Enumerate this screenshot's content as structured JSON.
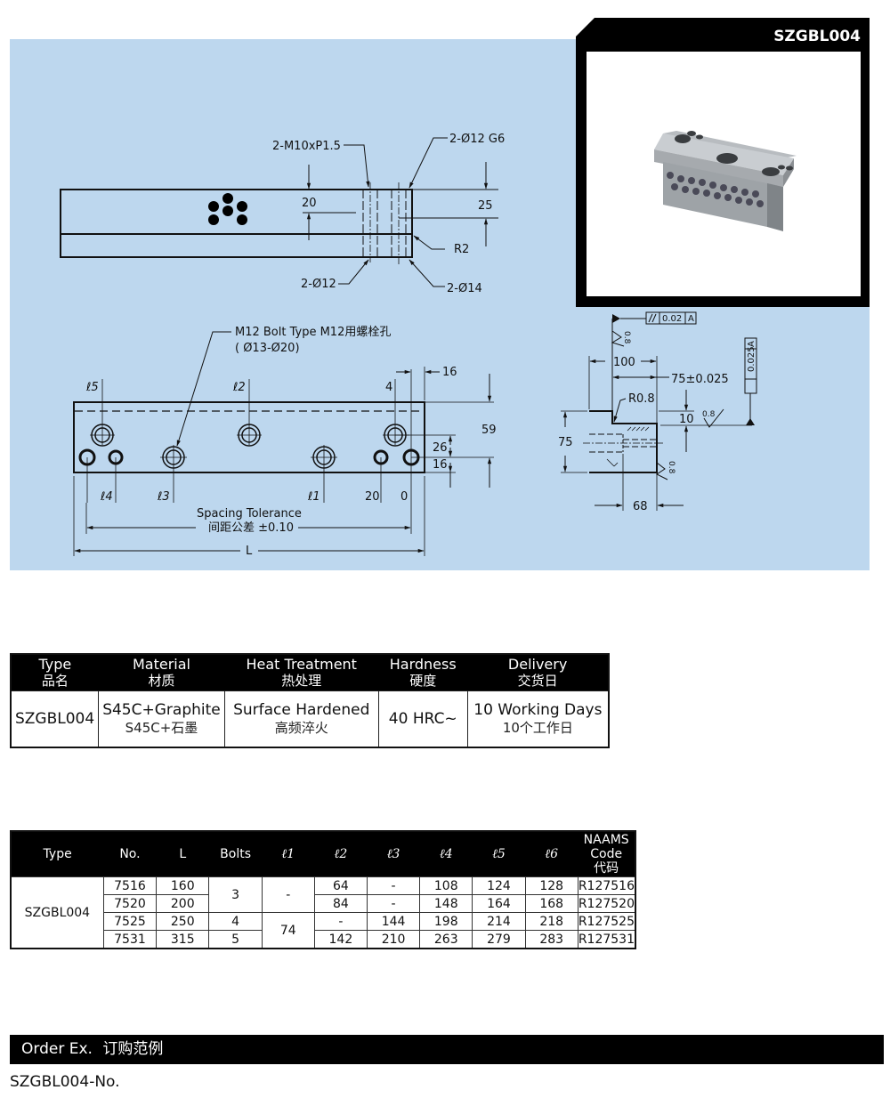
{
  "product_code": "SZGBL004",
  "colors": {
    "panel": "#bdd7ee",
    "header": "#000000",
    "line": "#111111"
  },
  "photo": {
    "label": "SZGBL004",
    "alt": "graphite wear plate product photo"
  },
  "top_view": {
    "callouts": {
      "thread": "2-M10xP1.5",
      "pin_hole": "2-Ø12 G6",
      "radius": "R2",
      "hole12": "2-Ø12",
      "hole14": "2-Ø14",
      "dim_20": "20",
      "dim_25": "25"
    }
  },
  "front_view": {
    "bolt_note_line1": "M12 Bolt Type M12用螺栓孔",
    "bolt_note_line2": "( Ø13-Ø20)",
    "dim_16_top": "16",
    "dim_59": "59",
    "dim_26": "26",
    "dim_16_side": "16",
    "label_l5": "ℓ5",
    "label_l2": "ℓ2",
    "label_4": "4",
    "label_l4": "ℓ4",
    "label_l3": "ℓ3",
    "label_l1": "ℓ1",
    "label_20": "20",
    "label_0": "0",
    "spacing_en": "Spacing Tolerance",
    "spacing_cn": "间距公差 ±0.10",
    "length_label": "L"
  },
  "side_view": {
    "parallel_tol": "0.02",
    "datum": "A",
    "perp_tol": "0.025",
    "rough_top": "0.8",
    "rough_side": "0.8",
    "rough_surface": "0.8",
    "dim_100": "100",
    "dim_75tol": "75±0.025",
    "radius": "R0.8",
    "dim_10": "10",
    "dim_75": "75",
    "dim_68": "68"
  },
  "spec_table": {
    "headers": [
      {
        "en": "Type",
        "cn": "品名"
      },
      {
        "en": "Material",
        "cn": "材质"
      },
      {
        "en": "Heat Treatment",
        "cn": "热处理"
      },
      {
        "en": "Hardness",
        "cn": "硬度"
      },
      {
        "en": "Delivery",
        "cn": "交货日"
      }
    ],
    "row": {
      "type": "SZGBL004",
      "material_en": "S45C+Graphite",
      "material_cn": "S45C+石墨",
      "heat_en": "Surface Hardened",
      "heat_cn": "高频淬火",
      "hardness": "40 HRC~",
      "delivery_en": "10 Working Days",
      "delivery_cn": "10个工作日"
    }
  },
  "dim_table": {
    "headers": [
      "Type",
      "No.",
      "L",
      "Bolts",
      "ℓ1",
      "ℓ2",
      "ℓ3",
      "ℓ4",
      "ℓ5",
      "ℓ6",
      "NAAMS Code",
      "代码"
    ],
    "type": "SZGBL004",
    "rows": [
      {
        "no": "7516",
        "L": "160",
        "bolts": "3",
        "l1": "-",
        "l2": "64",
        "l3": "-",
        "l4": "108",
        "l5": "124",
        "l6": "128",
        "naams": "R127516"
      },
      {
        "no": "7520",
        "L": "200",
        "bolts": "3",
        "l1": "-",
        "l2": "84",
        "l3": "-",
        "l4": "148",
        "l5": "164",
        "l6": "168",
        "naams": "R127520"
      },
      {
        "no": "7525",
        "L": "250",
        "bolts": "4",
        "l1": "74",
        "l2": "-",
        "l3": "144",
        "l4": "198",
        "l5": "214",
        "l6": "218",
        "naams": "R127525"
      },
      {
        "no": "7531",
        "L": "315",
        "bolts": "5",
        "l1": "74",
        "l2": "142",
        "l3": "210",
        "l4": "263",
        "l5": "279",
        "l6": "283",
        "naams": "R127531"
      }
    ]
  },
  "order": {
    "title_en": "Order Ex.",
    "title_cn": "订购范例",
    "example": "SZGBL004-No."
  }
}
